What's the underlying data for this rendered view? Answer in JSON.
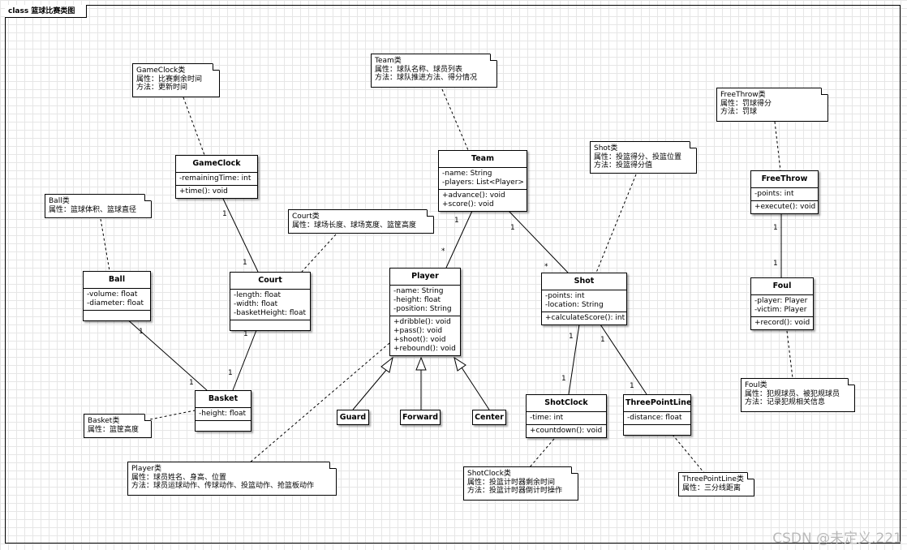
{
  "frame": {
    "title": "class 篮球比赛类图"
  },
  "classes": {
    "gameclock": {
      "name": "GameClock",
      "attributes": [
        "-remainingTime: int"
      ],
      "methods": [
        "+time(): void"
      ]
    },
    "team": {
      "name": "Team",
      "attributes": [
        "-name: String",
        "-players: List<Player>"
      ],
      "methods": [
        "+advance(): void",
        "+score(): void"
      ]
    },
    "ball": {
      "name": "Ball",
      "attributes": [
        "-volume: float",
        "-diameter: float"
      ],
      "methods": []
    },
    "court": {
      "name": "Court",
      "attributes": [
        "-length: float",
        "-width: float",
        "-basketHeight: float"
      ],
      "methods": []
    },
    "player": {
      "name": "Player",
      "attributes": [
        "-name: String",
        "-height: float",
        "-position: String"
      ],
      "methods": [
        "+dribble(): void",
        "+pass(): void",
        "+shoot(): void",
        "+rebound(): void"
      ]
    },
    "shot": {
      "name": "Shot",
      "attributes": [
        "-points: int",
        "-location: String"
      ],
      "methods": [
        "+calculateScore(): int"
      ]
    },
    "freethrow": {
      "name": "FreeThrow",
      "attributes": [
        "-points: int"
      ],
      "methods": [
        "+execute(): void"
      ]
    },
    "foul": {
      "name": "Foul",
      "attributes": [
        "-player: Player",
        "-victim: Player"
      ],
      "methods": [
        "+record(): void"
      ]
    },
    "basket": {
      "name": "Basket",
      "attributes": [
        "-height: float"
      ]
    },
    "shotclock": {
      "name": "ShotClock",
      "attributes": [
        "-time: int"
      ],
      "methods": [
        "+countdown(): void"
      ]
    },
    "threepointline": {
      "name": "ThreePointLine",
      "attributes": [
        "-distance: float"
      ]
    },
    "guard": {
      "name": "Guard"
    },
    "forward": {
      "name": "Forward"
    },
    "center": {
      "name": "Center"
    }
  },
  "notes": {
    "gameclock": [
      "GameClock类",
      "属性：比赛剩余时间",
      "方法：更新时间"
    ],
    "team": [
      "Team类",
      "属性：球队名称、球员列表",
      "方法：球队推进方法、得分情况"
    ],
    "freethrow": [
      "FreeThrow类",
      "属性：罚球得分",
      "方法：罚球"
    ],
    "shot": [
      "Shot类",
      "属性：投篮得分、投篮位置",
      "方法：投篮得分值"
    ],
    "ball": [
      "Ball类",
      "属性：篮球体积、篮球直径"
    ],
    "court": [
      "Court类",
      "属性：球场长度、球场宽度、篮筐高度"
    ],
    "basket": [
      "Basket类",
      "属性：篮筐高度"
    ],
    "foul": [
      "Foul类",
      "属性：犯规球员、被犯规球员",
      "方法：记录犯规相关信息"
    ],
    "player": [
      "Player类",
      "属性：球员姓名、身高、位置",
      "方法：球员运球动作、传球动作、投篮动作、抢篮板动作"
    ],
    "shotclock": [
      "ShotClock类",
      "属性：投篮计时器剩余时间",
      "方法：投篮计时器倒计时操作"
    ],
    "threepointline": [
      "ThreePointLine类",
      "属性：三分线距离"
    ]
  },
  "multiplicities": {
    "gameclock_court_a": "1",
    "gameclock_court_b": "1",
    "team_player_a": "1",
    "team_player_b": "*",
    "team_shot_a": "1",
    "team_shot_b": "*",
    "ball_basket_a": "1",
    "ball_basket_b": "1",
    "court_basket_a": "1",
    "court_basket_b": "1",
    "freethrow_foul_a": "1",
    "freethrow_foul_b": "1",
    "shot_shotclock_a": "1",
    "shot_shotclock_b": "1",
    "shot_tpl_a": "1",
    "shot_tpl_b": "1"
  },
  "watermark": "CSDN @未定义.221"
}
